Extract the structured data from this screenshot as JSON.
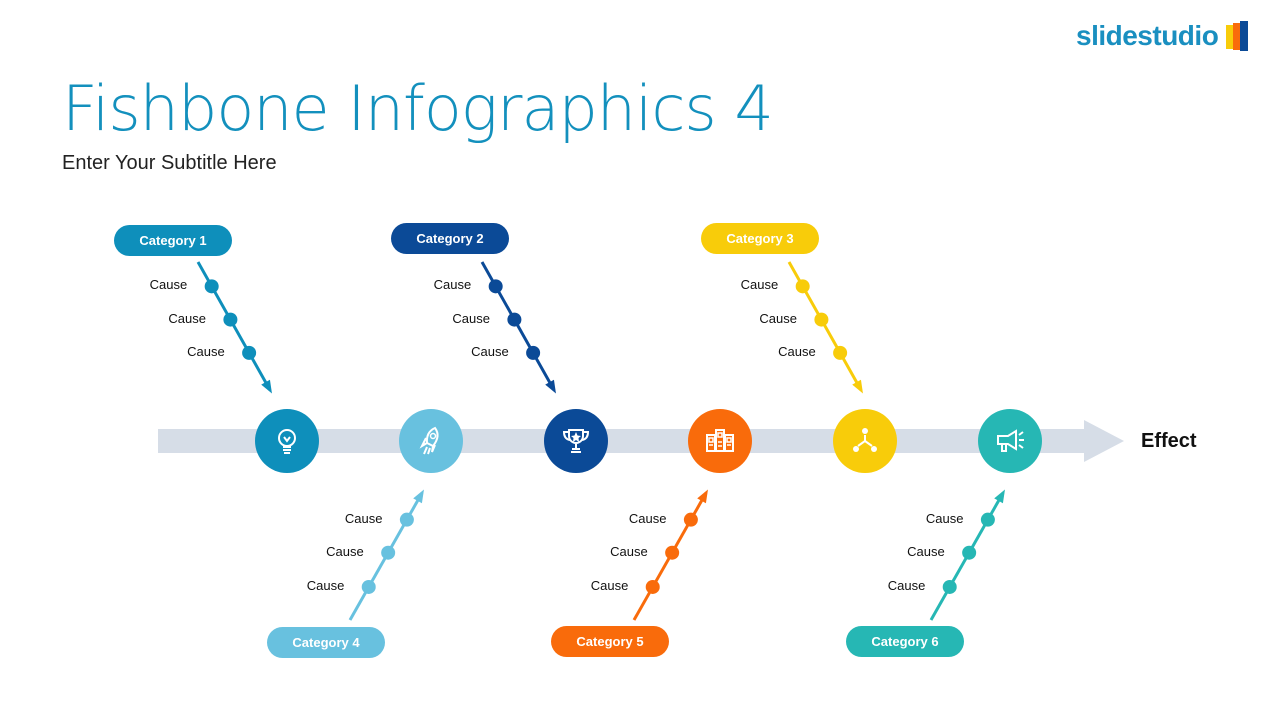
{
  "logo": {
    "text": "slidestudio"
  },
  "title": "Fishbone Infographics 4",
  "subtitle": "Enter Your Subtitle Here",
  "effect": "Effect",
  "colors": {
    "spine": "#d6dde7",
    "title": "#1390bd"
  },
  "categories": [
    {
      "label": "Category 1",
      "color": "#0e8fbb",
      "icon": "lightbulb-icon",
      "causes": [
        "Cause",
        "Cause",
        "Cause"
      ]
    },
    {
      "label": "Category 2",
      "color": "#0b4a97",
      "icon": "trophy-icon",
      "causes": [
        "Cause",
        "Cause",
        "Cause"
      ]
    },
    {
      "label": "Category 3",
      "color": "#f8cc0a",
      "icon": "network-icon",
      "causes": [
        "Cause",
        "Cause",
        "Cause"
      ]
    },
    {
      "label": "Category 4",
      "color": "#68c1df",
      "icon": "rocket-icon",
      "causes": [
        "Cause",
        "Cause",
        "Cause"
      ]
    },
    {
      "label": "Category 5",
      "color": "#f96b0b",
      "icon": "buildings-icon",
      "causes": [
        "Cause",
        "Cause",
        "Cause"
      ]
    },
    {
      "label": "Category 6",
      "color": "#26b7b4",
      "icon": "megaphone-icon",
      "causes": [
        "Cause",
        "Cause",
        "Cause"
      ]
    }
  ]
}
